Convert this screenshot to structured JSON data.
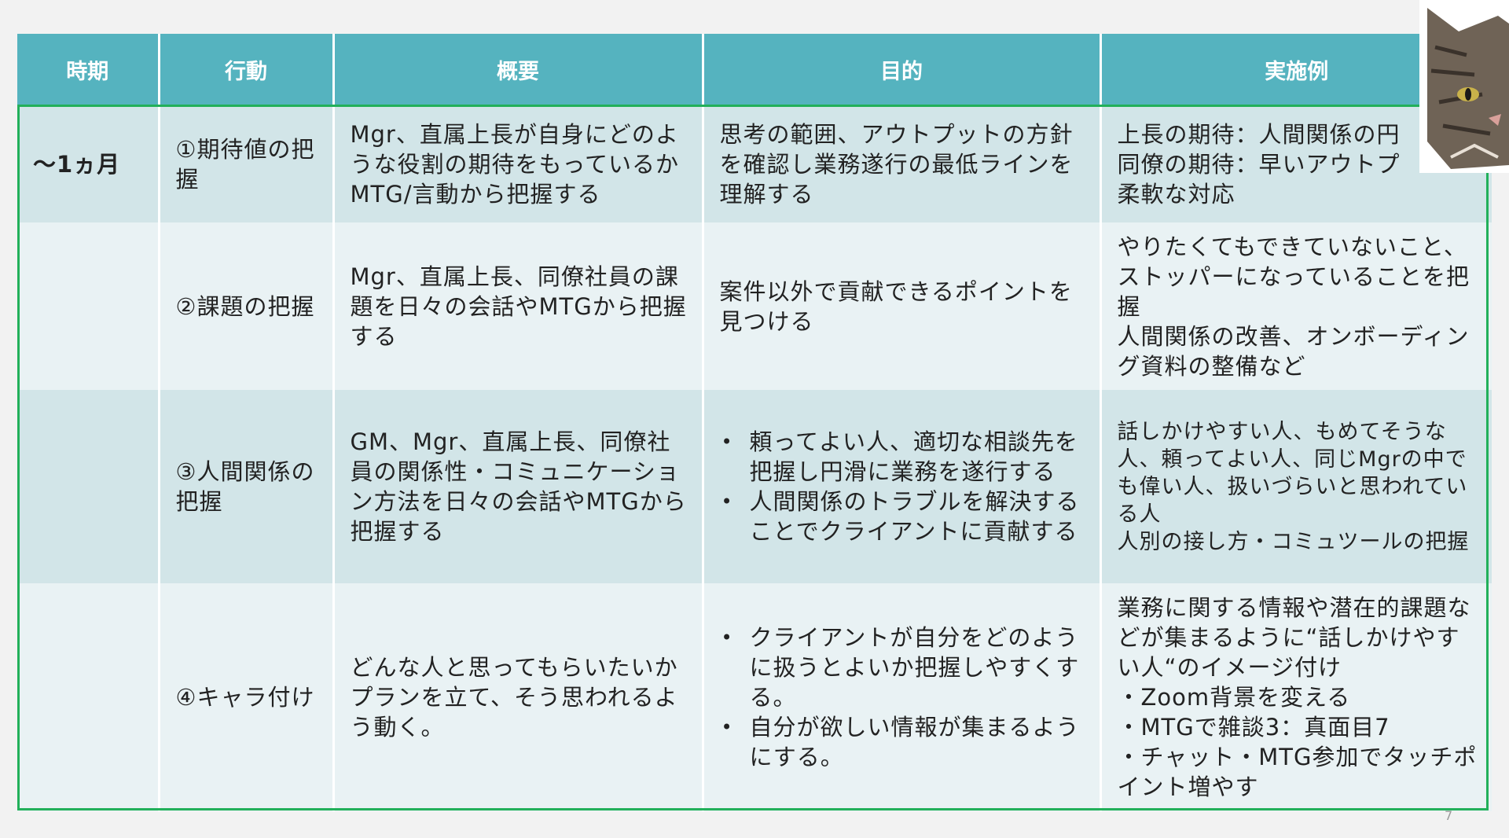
{
  "table": {
    "headers": [
      "時期",
      "行動",
      "概要",
      "目的",
      "実施例"
    ],
    "rows": [
      {
        "period": "～1ヵ月",
        "action": "①期待値の把握",
        "summary": "Mgr、直属上長が自身にどのような役割の期待をもっているかMTG/言動から把握する",
        "purpose": "思考の範囲、アウトプットの方針を確認し業務遂行の最低ラインを理解する",
        "examples": [
          "上長の期待：人間関係の円",
          "同僚の期待：早いアウトプ",
          "柔軟な対応"
        ]
      },
      {
        "period": "",
        "action": "②課題の把握",
        "summary": "Mgr、直属上長、同僚社員の課題を日々の会話やMTGから把握する",
        "purpose": "案件以外で貢献できるポイントを見つける",
        "examples": [
          "やりたくてもできていないこと、ストッパーになっていることを把握",
          "人間関係の改善、オンボーディング資料の整備など"
        ]
      },
      {
        "period": "",
        "action": "③人間関係の把握",
        "summary": "GM、Mgr、直属上長、同僚社員の関係性・コミュニケーション方法を日々の会話やMTGから把握する",
        "purpose_bullets": [
          "頼ってよい人、適切な相談先を把握し円滑に業務を遂行する",
          "人間関係のトラブルを解決することでクライアントに貢献する"
        ],
        "examples": [
          "話しかけやすい人、もめてそうな人、頼ってよい人、同じMgrの中でも偉い人、扱いづらいと思われている人",
          "人別の接し方・コミュツールの把握"
        ]
      },
      {
        "period": "",
        "action": "④キャラ付け",
        "summary": "どんな人と思ってもらいたいかプランを立て、そう思われるよう動く。",
        "purpose_bullets": [
          "クライアントが自分をどのように扱うとよいか把握しやすくする。",
          "自分が欲しい情報が集まるようにする。"
        ],
        "examples": [
          "業務に関する情報や潜在的課題などが集まるように“話しかけやすい人“のイメージ付け",
          "・Zoom背景を変える",
          "・MTGで雑談3：真面目7",
          "・チャット・MTG参加でタッチポイント増やす"
        ]
      }
    ]
  },
  "page_number": "7",
  "colors": {
    "header_bg": "#55b3bf",
    "row_dark": "#d2e5e8",
    "row_light": "#e9f2f4",
    "frame": "#22b05a"
  },
  "overlay": {
    "icon": "cat-video-icon"
  }
}
